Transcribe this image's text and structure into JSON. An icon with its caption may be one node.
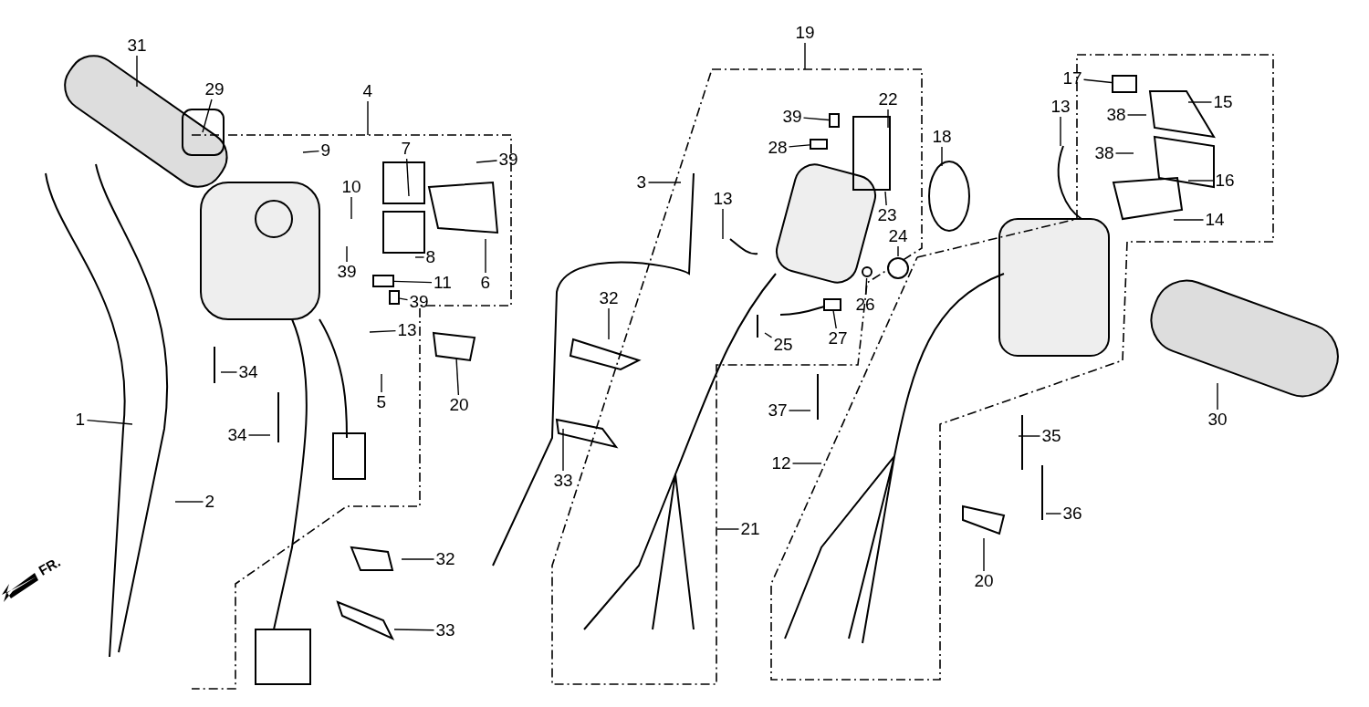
{
  "diagram": {
    "nodes": [
      {
        "text": [
          "31"
        ]
      },
      {
        "text": [
          "29"
        ]
      },
      {
        "text": [
          "4"
        ]
      },
      {
        "text": [
          "9"
        ]
      },
      {
        "text": [
          "7"
        ]
      },
      {
        "text": [
          "39"
        ]
      },
      {
        "text": [
          "10"
        ]
      },
      {
        "text": [
          "39"
        ]
      },
      {
        "text": [
          "8"
        ]
      },
      {
        "text": [
          "11"
        ]
      },
      {
        "text": [
          "6"
        ]
      },
      {
        "text": [
          "39"
        ]
      },
      {
        "text": [
          "13"
        ]
      },
      {
        "text": [
          "5"
        ]
      },
      {
        "text": [
          "20"
        ]
      },
      {
        "text": [
          "34"
        ]
      },
      {
        "text": [
          "34"
        ]
      },
      {
        "text": [
          "1"
        ]
      },
      {
        "text": [
          "2"
        ]
      },
      {
        "text": [
          "32"
        ]
      },
      {
        "text": [
          "33"
        ]
      },
      {
        "text": [
          "19"
        ]
      },
      {
        "text": [
          "3"
        ]
      },
      {
        "text": [
          "39"
        ]
      },
      {
        "text": [
          "22"
        ]
      },
      {
        "text": [
          "28"
        ]
      },
      {
        "text": [
          "13"
        ]
      },
      {
        "text": [
          "23"
        ]
      },
      {
        "text": [
          "24"
        ]
      },
      {
        "text": [
          "26"
        ]
      },
      {
        "text": [
          "25"
        ]
      },
      {
        "text": [
          "27"
        ]
      },
      {
        "text": [
          "32"
        ]
      },
      {
        "text": [
          "33"
        ]
      },
      {
        "text": [
          "37"
        ]
      },
      {
        "text": [
          "12"
        ]
      },
      {
        "text": [
          "21"
        ]
      },
      {
        "text": [
          "18"
        ]
      },
      {
        "text": [
          "17"
        ]
      },
      {
        "text": [
          "15"
        ]
      },
      {
        "text": [
          "13"
        ]
      },
      {
        "text": [
          "38"
        ]
      },
      {
        "text": [
          "38"
        ]
      },
      {
        "text": [
          "16"
        ]
      },
      {
        "text": [
          "14"
        ]
      },
      {
        "text": [
          "30"
        ]
      },
      {
        "text": [
          "35"
        ]
      },
      {
        "text": [
          "36"
        ]
      },
      {
        "text": [
          "20"
        ]
      },
      {
        "text": [],
        "shape": "box"
      },
      {
        "text": [],
        "shape": "box"
      },
      {
        "text": [],
        "shape": "box"
      },
      {
        "text": [],
        "shape": "circle"
      },
      {
        "text": [],
        "shape": "circle"
      },
      {
        "text": [],
        "shape": "box"
      },
      {
        "text": [],
        "shape": "box"
      },
      {
        "text": [],
        "shape": "box"
      }
    ],
    "edges": [
      {
        "from": 0,
        "to": null,
        "arrow": "none"
      },
      {
        "from": 1,
        "to": null,
        "arrow": "none"
      },
      {
        "from": 2,
        "to": null,
        "arrow": "none"
      },
      {
        "from": 3,
        "to": null,
        "arrow": "none"
      },
      {
        "from": 4,
        "to": null,
        "arrow": "none"
      },
      {
        "from": 5,
        "to": null,
        "arrow": "none"
      },
      {
        "from": 6,
        "to": null,
        "arrow": "none"
      },
      {
        "from": 7,
        "to": null,
        "arrow": "none"
      },
      {
        "from": 8,
        "to": null,
        "arrow": "none"
      },
      {
        "from": 9,
        "to": 49,
        "arrow": "none"
      },
      {
        "from": 10,
        "to": null,
        "arrow": "none"
      },
      {
        "from": 11,
        "to": 50,
        "arrow": "none"
      },
      {
        "from": 12,
        "to": null,
        "arrow": "none"
      },
      {
        "from": 13,
        "to": null,
        "arrow": "none"
      },
      {
        "from": 14,
        "to": null,
        "arrow": "none"
      },
      {
        "from": 15,
        "to": null,
        "arrow": "none"
      },
      {
        "from": 16,
        "to": null,
        "arrow": "none"
      },
      {
        "from": 17,
        "to": null,
        "arrow": "none"
      },
      {
        "from": 18,
        "to": null,
        "arrow": "none"
      },
      {
        "from": 19,
        "to": null,
        "arrow": "none"
      },
      {
        "from": 20,
        "to": null,
        "arrow": "none"
      },
      {
        "from": 21,
        "to": null,
        "arrow": "none"
      },
      {
        "from": 22,
        "to": null,
        "arrow": "none"
      },
      {
        "from": 23,
        "to": 56,
        "arrow": "none"
      },
      {
        "from": 24,
        "to": null,
        "arrow": "none"
      },
      {
        "from": 25,
        "to": 51,
        "arrow": "none"
      },
      {
        "from": 26,
        "to": null,
        "arrow": "none"
      },
      {
        "from": 27,
        "to": null,
        "arrow": "none"
      },
      {
        "from": 28,
        "to": 52,
        "arrow": "none"
      },
      {
        "from": 29,
        "to": 53,
        "arrow": "none"
      },
      {
        "from": 30,
        "to": null,
        "arrow": "none"
      },
      {
        "from": 31,
        "to": 54,
        "arrow": "none"
      },
      {
        "from": 32,
        "to": null,
        "arrow": "none"
      },
      {
        "from": 33,
        "to": null,
        "arrow": "none"
      },
      {
        "from": 34,
        "to": null,
        "arrow": "none"
      },
      {
        "from": 35,
        "to": null,
        "arrow": "none"
      },
      {
        "from": 36,
        "to": null,
        "arrow": "none"
      },
      {
        "from": 37,
        "to": null,
        "arrow": "none"
      },
      {
        "from": 38,
        "to": 55,
        "arrow": "none"
      },
      {
        "from": 39,
        "to": null,
        "arrow": "none"
      },
      {
        "from": 40,
        "to": null,
        "arrow": "none"
      },
      {
        "from": 41,
        "to": null,
        "arrow": "none"
      },
      {
        "from": 42,
        "to": null,
        "arrow": "none"
      },
      {
        "from": 43,
        "to": null,
        "arrow": "none"
      },
      {
        "from": 44,
        "to": null,
        "arrow": "none"
      },
      {
        "from": 45,
        "to": null,
        "arrow": "none"
      },
      {
        "from": 46,
        "to": null,
        "arrow": "none"
      },
      {
        "from": 47,
        "to": null,
        "arrow": "none"
      },
      {
        "from": 48,
        "to": null,
        "arrow": "none"
      }
    ],
    "labels": [
      "FR."
    ]
  }
}
